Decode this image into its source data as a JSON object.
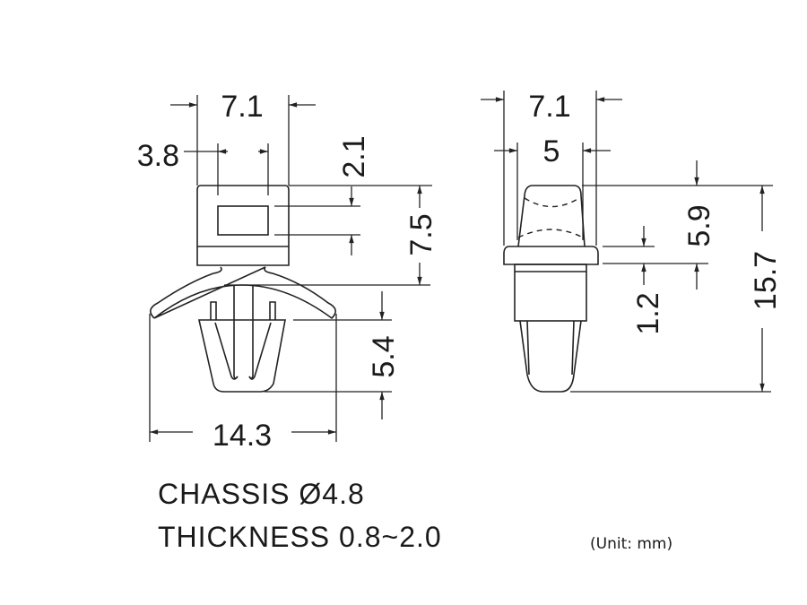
{
  "front_view": {
    "width_top": "7.1",
    "slot_width": "3.8",
    "slot_height": "2.1",
    "head_height": "7.5",
    "leg_height": "5.4",
    "base_width": "14.3"
  },
  "side_view": {
    "width_flange": "7.1",
    "width_head": "5",
    "head_height": "5.9",
    "flange_thickness": "1.2",
    "total_height": "15.7"
  },
  "notes": {
    "chassis": "CHASSIS Ø4.8",
    "thickness": "THICKNESS 0.8~2.0",
    "unit": "(Unit: mm)"
  }
}
